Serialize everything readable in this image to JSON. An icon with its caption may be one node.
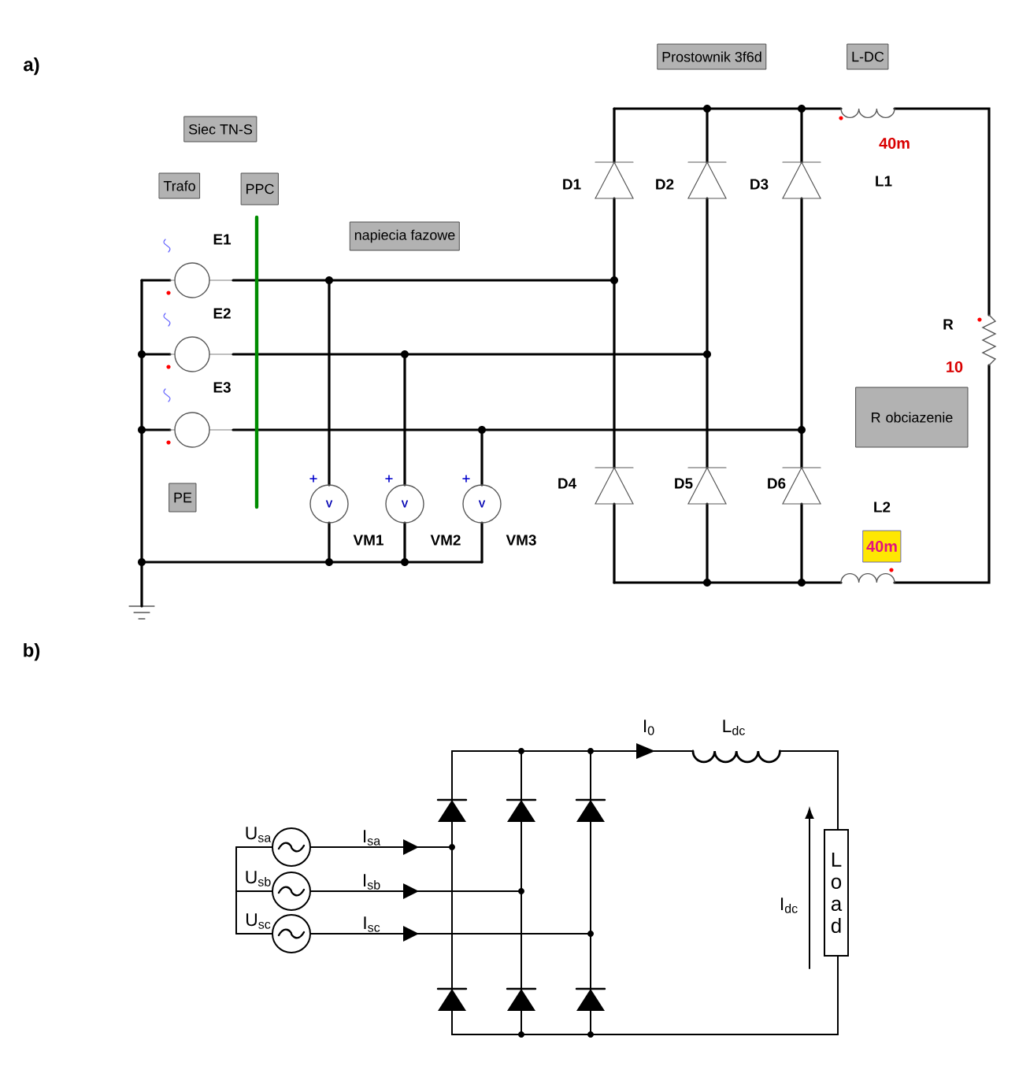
{
  "diagram": {
    "nodes": [
      {
        "text": [
          "Siec TN-S"
        ]
      },
      {
        "text": [
          "Trafo"
        ]
      },
      {
        "text": [
          "PPC"
        ]
      },
      {
        "text": [
          "napiecia fazowe"
        ]
      },
      {
        "text": [
          "PE"
        ]
      },
      {
        "text": [
          "Prostownik 3f6d"
        ]
      },
      {
        "text": [
          "L-DC"
        ]
      },
      {
        "text": [
          "R obciazenie"
        ]
      },
      {
        "text": [
          "40m"
        ]
      },
      {
        "text": [
          "Load"
        ]
      }
    ],
    "labels": [
      "a)",
      "D1",
      "D2",
      "D3",
      "40m",
      "L1",
      "E1",
      "E2",
      "E3",
      "R",
      "10",
      "D4",
      "D5",
      "D6",
      "V",
      "V",
      "V",
      "L2",
      "VM1",
      "VM2",
      "VM3",
      "b)",
      "I$_{0}$",
      "L$_{dc}$",
      "U$_{sa}$",
      "I$_{sa}$",
      "U$_{sb}$",
      "I$_{sb}$",
      "U$_{sc}$",
      "I$_{sc}$",
      "I$_{dc}$"
    ]
  }
}
